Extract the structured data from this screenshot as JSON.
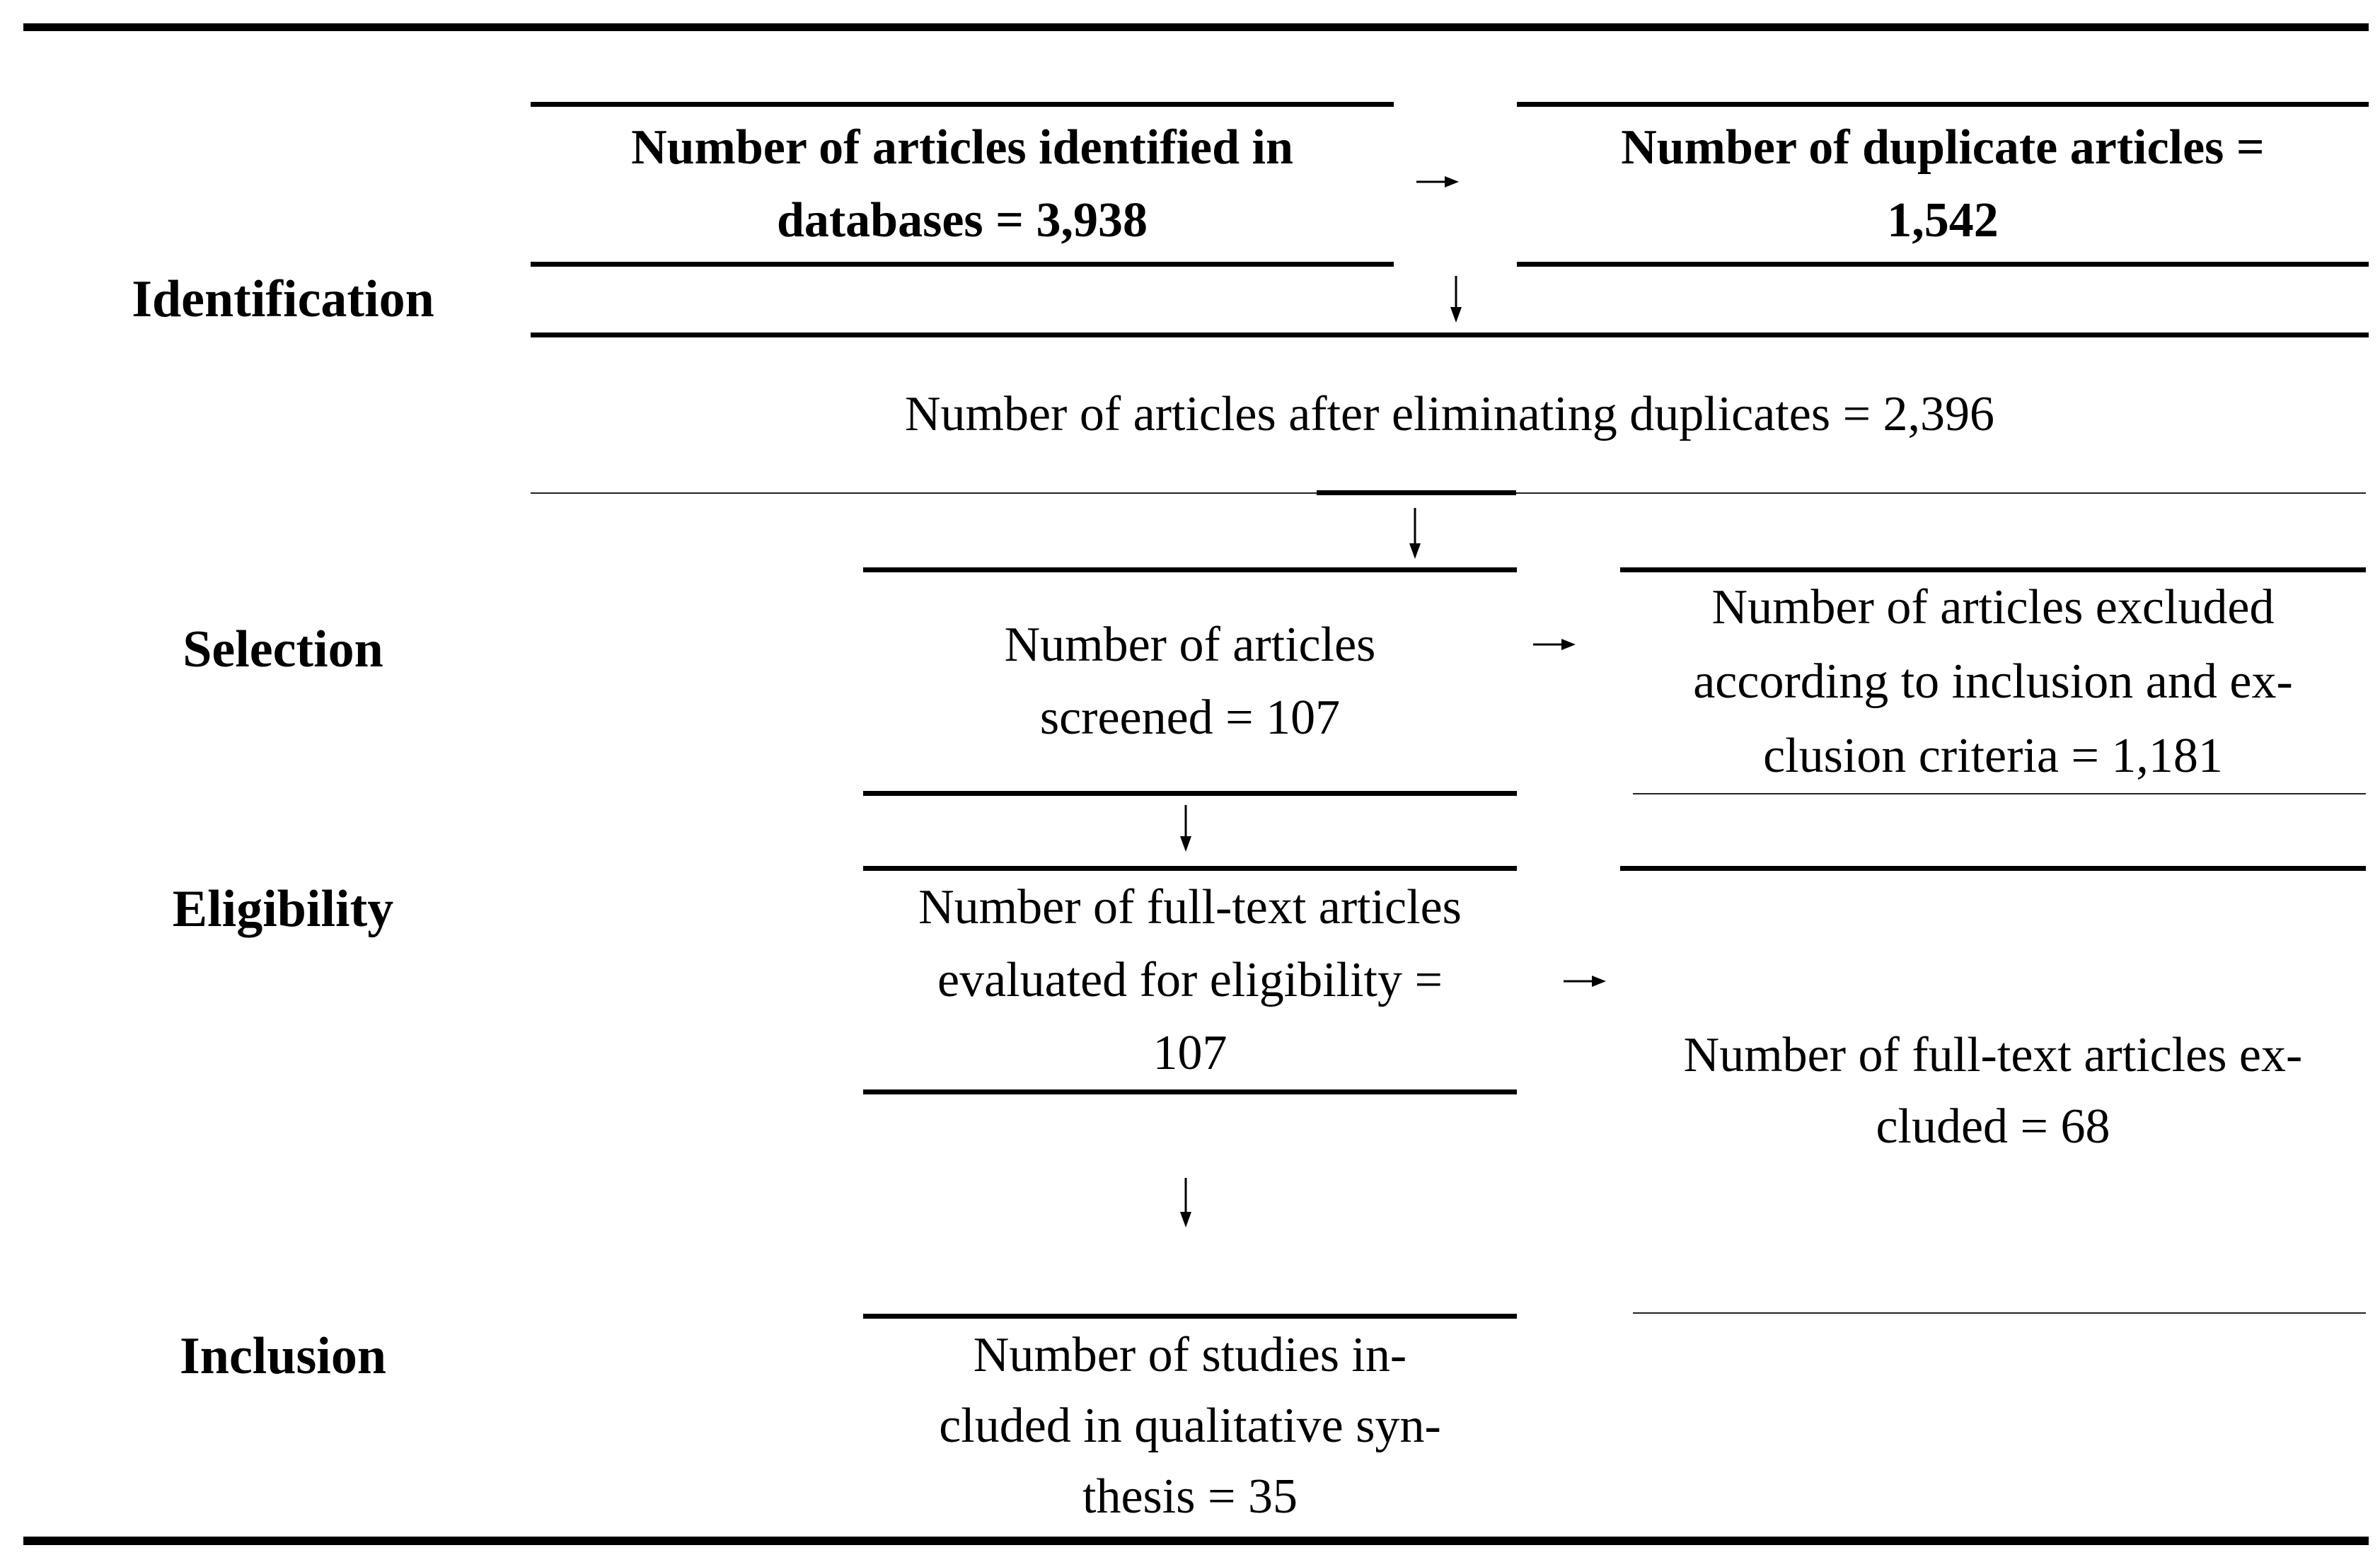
{
  "stages": [
    "Identification",
    "Selection",
    "Eligibility",
    "Inclusion"
  ],
  "boxes": {
    "identified": [
      "Number of articles identified in",
      "databases = 3,938"
    ],
    "duplicates": [
      "Number of duplicate articles =",
      "1,542"
    ],
    "after_duplicates": [
      "Number of articles after eliminating duplicates = 2,396"
    ],
    "screened": [
      "Number of articles",
      "screened = 107"
    ],
    "excluded_by_criteria": [
      "Number of articles excluded",
      "according to inclusion and ex-",
      "clusion criteria = 1,181"
    ],
    "fulltext_evaluated": [
      "Number of full-text articles",
      "evaluated for eligibility =",
      "107"
    ],
    "fulltext_excluded": [
      "Number of full-text articles ex-",
      "cluded = 68"
    ],
    "included_qualitative": [
      "Number of studies in-",
      "cluded in qualitative syn-",
      "thesis = 35"
    ]
  },
  "colors": {
    "text": "#000000",
    "rule": "#000000",
    "background": "#ffffff"
  }
}
